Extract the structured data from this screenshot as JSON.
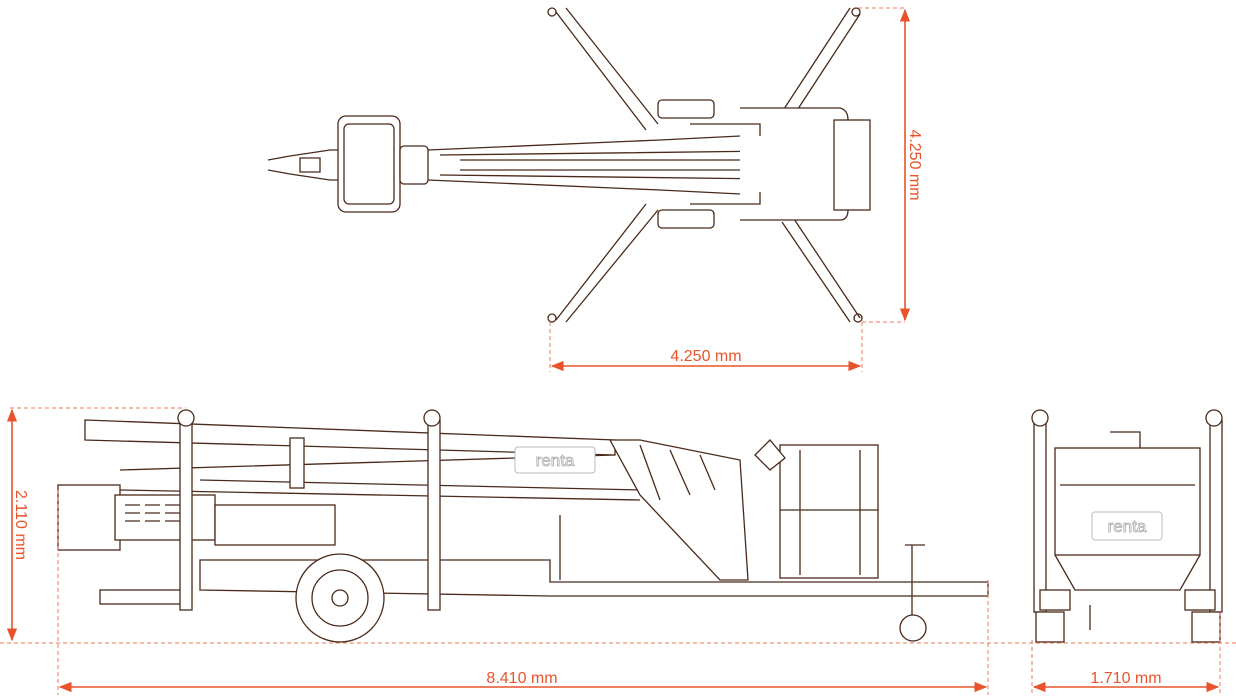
{
  "colors": {
    "line": "#4a2a1a",
    "dimension": "#e8532b"
  },
  "top_view": {
    "width_label": "4.250 mm",
    "length_label": "4.250 mm"
  },
  "side_view": {
    "height_label": "2.110 mm",
    "length_label": "8.410 mm",
    "logo": "renta"
  },
  "front_view": {
    "width_label": "1.710 mm",
    "logo": "renta"
  }
}
